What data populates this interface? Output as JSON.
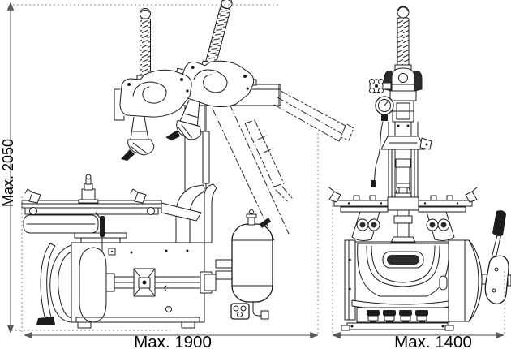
{
  "diagram": {
    "dimensions": {
      "height": {
        "label": "Max. 2050"
      },
      "depth": {
        "label": "Max. 1900"
      },
      "width": {
        "label": "Max. 1400"
      }
    },
    "colors": {
      "line": "#1c1c1c",
      "dimension_line": "#6e6e6e",
      "extension_line": "#8a8a8a",
      "background": "#ffffff",
      "text": "#000000"
    }
  }
}
